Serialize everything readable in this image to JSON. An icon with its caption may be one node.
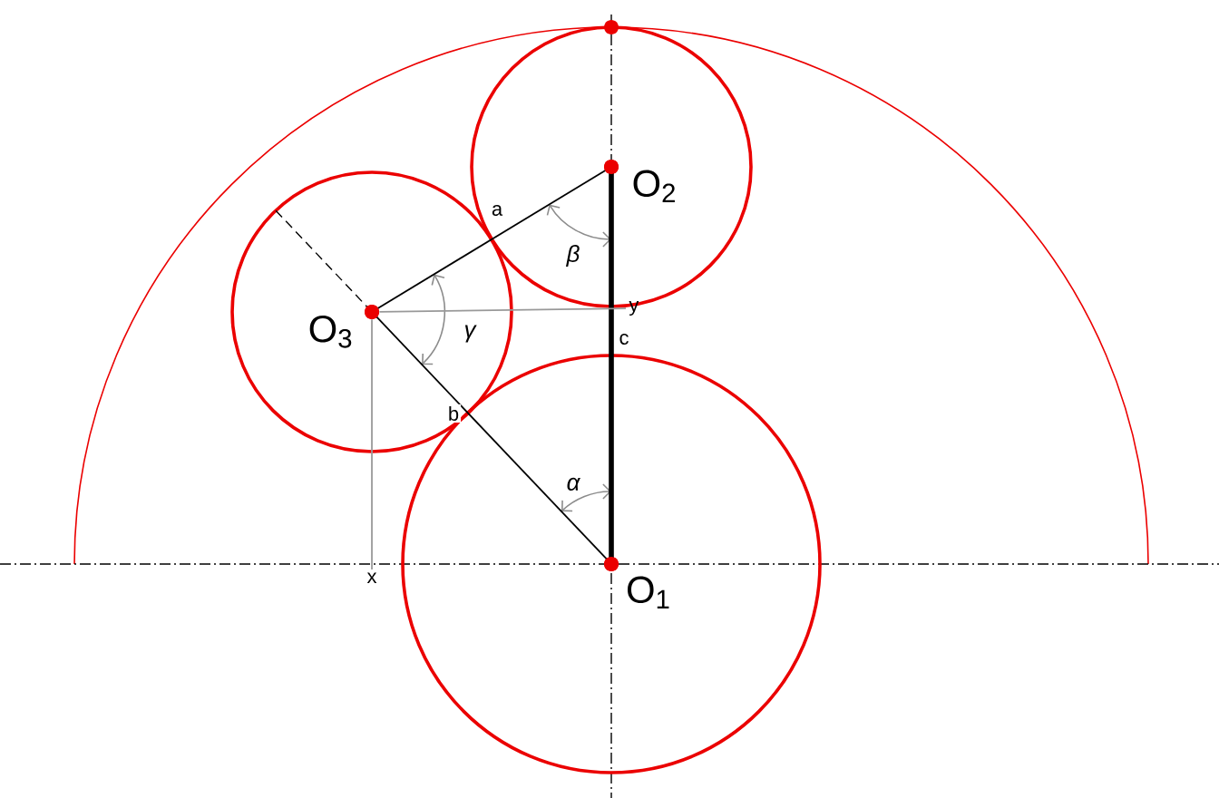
{
  "diagram": {
    "nodes": [
      {
        "text": [
          "O$_{3}$"
        ]
      },
      {
        "text": [
          "O$_{2}$"
        ]
      },
      {
        "text": [
          "O$_{1}$"
        ]
      },
      {
        "text": [
          "y"
        ]
      },
      {
        "text": [
          "x"
        ]
      }
    ],
    "edges": [
      {
        "from": 0,
        "to": 1,
        "arrow": "none",
        "label": "a"
      },
      {
        "from": 0,
        "to": 2,
        "arrow": "none",
        "label": "b"
      },
      {
        "from": 2,
        "to": 1,
        "arrow": "none",
        "label": "c",
        "style": "thick"
      },
      {
        "from": 0,
        "to": 3,
        "arrow": "none",
        "color": "#999999"
      },
      {
        "from": 0,
        "to": 4,
        "arrow": "none",
        "color": "#999999"
      }
    ],
    "labels": [
      "β",
      "γ",
      "α"
    ]
  }
}
